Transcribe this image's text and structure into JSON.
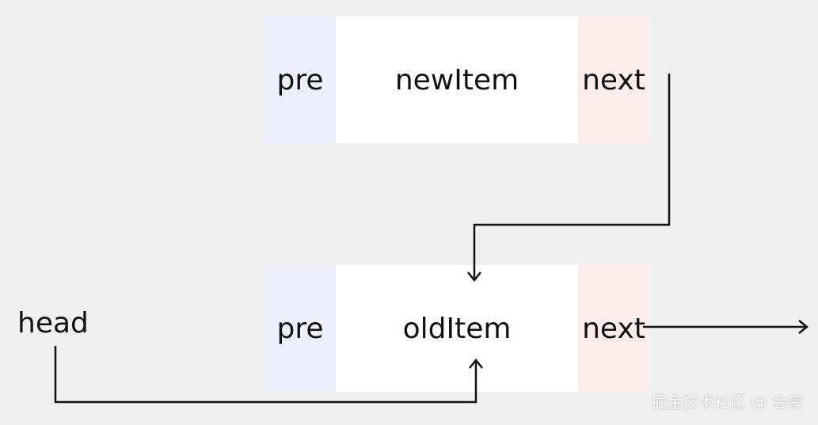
{
  "nodes": {
    "new": {
      "pre": "pre",
      "body": "newItem",
      "next": "next"
    },
    "old": {
      "pre": "pre",
      "body": "oldItem",
      "next": "next"
    }
  },
  "head": "head",
  "watermark": "掘金技术社区 @ 会豪",
  "colors": {
    "background": "#f0f0f0",
    "pre_cell": "#eceefc",
    "item_cell": "#ffffff",
    "next_cell": "#fcecec",
    "arrow": "#111111"
  }
}
